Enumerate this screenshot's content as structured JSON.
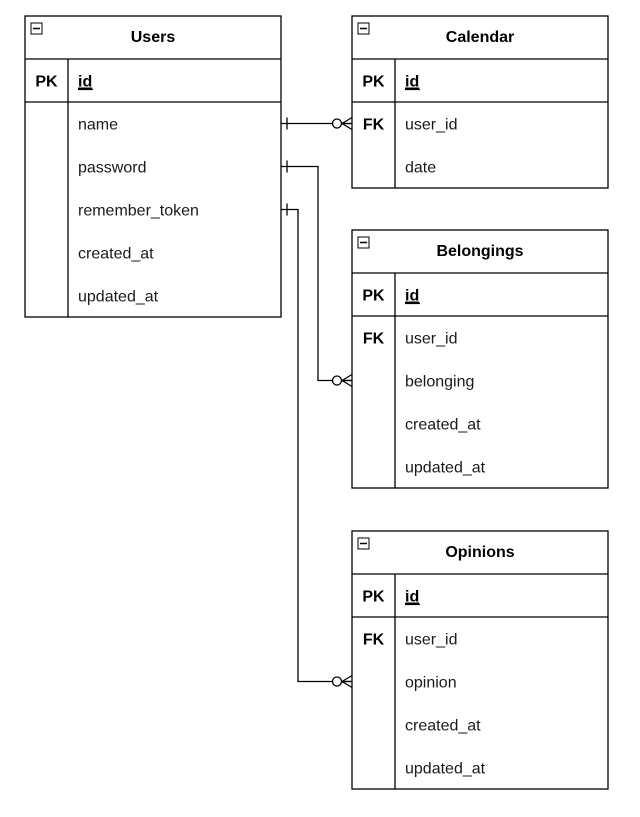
{
  "diagram": {
    "tables": [
      {
        "id": "users",
        "title": "Users",
        "pk": {
          "key": "PK",
          "name": "id"
        },
        "fields": [
          {
            "key": "",
            "name": "name"
          },
          {
            "key": "",
            "name": "password"
          },
          {
            "key": "",
            "name": "remember_token"
          },
          {
            "key": "",
            "name": "created_at"
          },
          {
            "key": "",
            "name": "updated_at"
          }
        ]
      },
      {
        "id": "calendar",
        "title": "Calendar",
        "pk": {
          "key": "PK",
          "name": "id"
        },
        "fields": [
          {
            "key": "FK",
            "name": "user_id"
          },
          {
            "key": "",
            "name": "date"
          }
        ]
      },
      {
        "id": "belongings",
        "title": "Belongings",
        "pk": {
          "key": "PK",
          "name": "id"
        },
        "fields": [
          {
            "key": "FK",
            "name": "user_id"
          },
          {
            "key": "",
            "name": "belonging"
          },
          {
            "key": "",
            "name": "created_at"
          },
          {
            "key": "",
            "name": "updated_at"
          }
        ]
      },
      {
        "id": "opinions",
        "title": "Opinions",
        "pk": {
          "key": "PK",
          "name": "id"
        },
        "fields": [
          {
            "key": "FK",
            "name": "user_id"
          },
          {
            "key": "",
            "name": "opinion"
          },
          {
            "key": "",
            "name": "created_at"
          },
          {
            "key": "",
            "name": "updated_at"
          }
        ]
      }
    ],
    "relations": [
      {
        "from_table": "users",
        "from_field": "name",
        "to_table": "calendar",
        "to_field": "user_id",
        "from_end": "one",
        "to_end": "zero-or-many"
      },
      {
        "from_table": "users",
        "from_field": "password",
        "to_table": "belongings",
        "to_field": "belonging",
        "from_end": "one",
        "to_end": "zero-or-many"
      },
      {
        "from_table": "users",
        "from_field": "remember_token",
        "to_table": "opinions",
        "to_field": "opinion",
        "from_end": "one",
        "to_end": "zero-or-many"
      }
    ]
  }
}
